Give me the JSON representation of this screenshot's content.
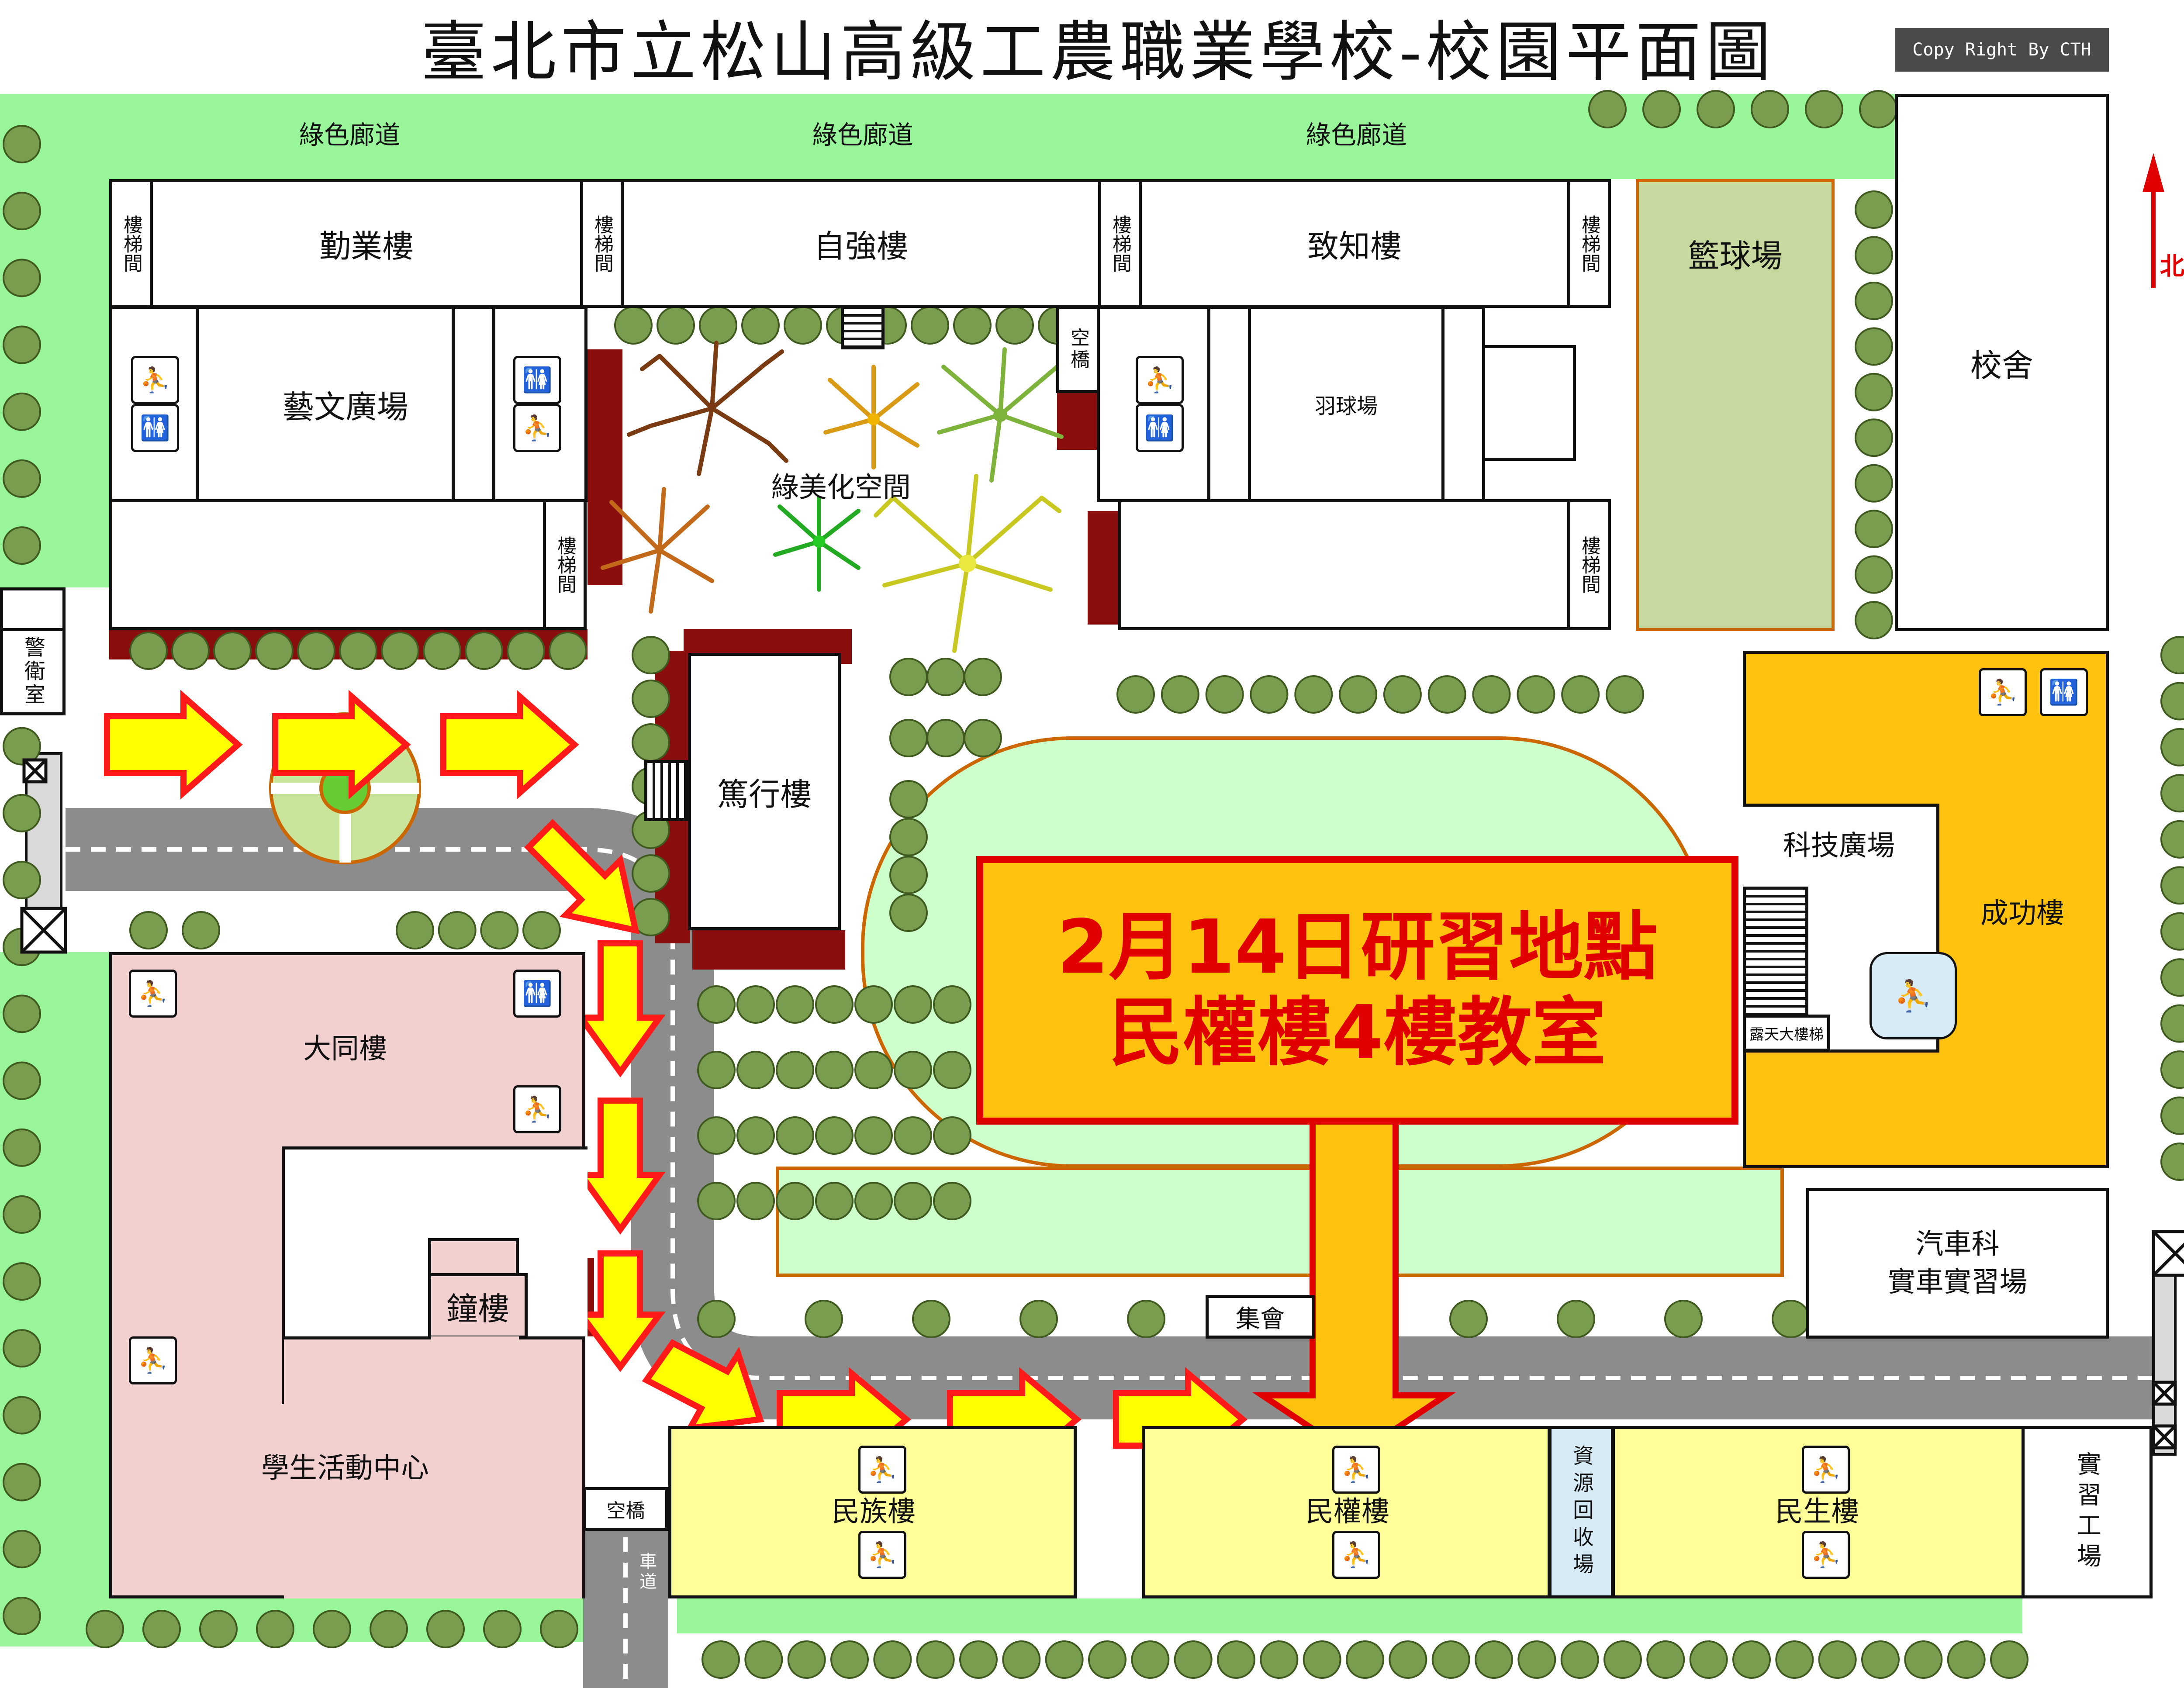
{
  "title": "臺北市立松山高級工農職業學校-校園平面圖",
  "copyright": "Copy Right By CTH",
  "compass": {
    "label": "北"
  },
  "corridors": [
    "綠色廊道",
    "綠色廊道",
    "綠色廊道"
  ],
  "buildings": {
    "qinye": "勤業樓",
    "ziqiang": "自強樓",
    "zhizhi": "致知樓",
    "basketball": "籃球場",
    "dorm": "校舍",
    "arts_plaza": "藝文廣場",
    "badminton": "羽球場",
    "landscape": "綠美化空間",
    "duxing": "篤行樓",
    "tech_plaza": "科技廣場",
    "chenggong": "成功樓",
    "open_stair": "露天大樓梯",
    "datong": "大同樓",
    "bell_tower": "鐘樓",
    "student_center": "學生活動中心",
    "auto_lab_1": "汽車科",
    "auto_lab_2": "實車實習場",
    "assembly": "集會",
    "minzu": "民族樓",
    "minquan": "民權樓",
    "minsheng": "民生樓",
    "recycling": "資源回收場",
    "workshop": "實習工場",
    "guard": "警衛室",
    "skybridge_1": "空橋",
    "skybridge_2": "空橋",
    "driveway": "車道"
  },
  "stairs_label": "樓梯間",
  "icons": {
    "restroom": "restroom-icon",
    "stairs": "stairs-icon"
  },
  "callout": {
    "line1": "2月14日研習地點",
    "line2": "民權樓4樓教室"
  },
  "colors": {
    "lawn": "#99f59a",
    "field": "#ccffcc",
    "basketball": "#c8d9a0",
    "road": "#8c8c8c",
    "south_buildings": "#ffff99",
    "datong": "#f2d0d0",
    "chenggong": "#ffc20e",
    "recycling": "#d6ebf5",
    "callout_fill": "#ffc20e",
    "callout_border": "#e00000",
    "arrow_fill": "#ffff00",
    "arrow_border": "#ff1a1a"
  }
}
